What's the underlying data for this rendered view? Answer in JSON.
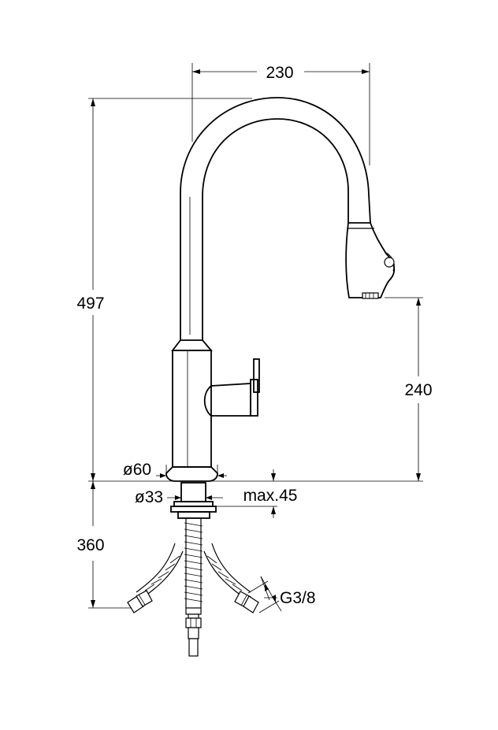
{
  "dimensions": {
    "width_230": "230",
    "height_497": "497",
    "height_240": "240",
    "diameter_60": "ø60",
    "diameter_33": "ø33",
    "max_45": "max.45",
    "hose_360": "360",
    "thread_g38": "G3/8"
  },
  "colors": {
    "line": "#000000",
    "background": "#ffffff"
  }
}
